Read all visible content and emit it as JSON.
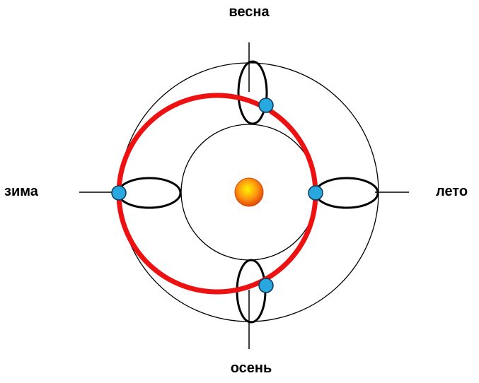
{
  "seasons": {
    "spring": "весна",
    "summer": "лето",
    "autumn": "осень",
    "winter": "зима"
  },
  "colors": {
    "orbit": "#ee1111",
    "planet": "#29a8e0",
    "sun_core": "#fff200",
    "sun_edge": "#e0460a",
    "line": "#000000"
  }
}
